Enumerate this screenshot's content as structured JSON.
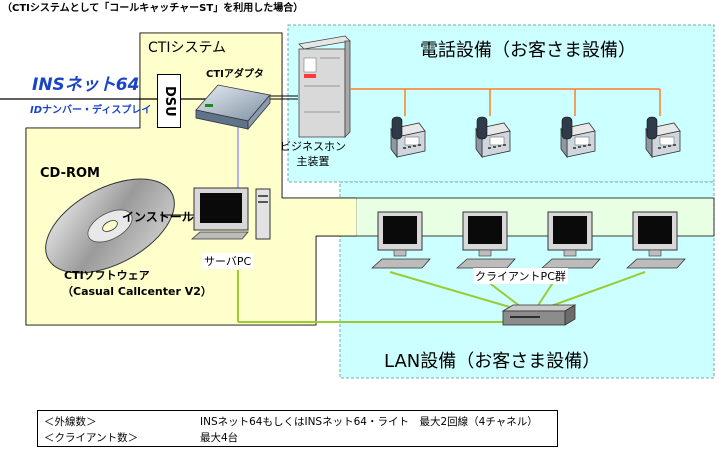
{
  "caption": "（CTIシステムとして「コールキャッチャーST」を利用した場合）",
  "cti_system": {
    "title": "CTIシステム"
  },
  "telephone_area": {
    "title": "電話設備（お客さま設備）"
  },
  "lan_area": {
    "title": "LAN設備（お客さま設備）"
  },
  "isdn": {
    "logo": "INSネット64",
    "number_display": "ナンバー・ディスプレイ"
  },
  "dsu": {
    "label": "DSU"
  },
  "cti_adapter": {
    "label": "CTIアダプタ"
  },
  "pbx": {
    "label_line1": "ビジネスホン",
    "label_line2": "主装置"
  },
  "cdrom": {
    "label": "CD-ROM",
    "install": "インストール"
  },
  "software": {
    "line1": "CTIソフトウェア",
    "line2": "（Casual Callcenter V2）"
  },
  "server": {
    "label": "サーバPC"
  },
  "clients": {
    "label": "クライアントPC群"
  },
  "info": {
    "rows": [
      {
        "label": "＜外線数＞",
        "value": "INSネット64もしくはINSネット64・ライト　最大2回線（4チャネル）"
      },
      {
        "label": "＜クライアント数＞",
        "value": "最大4台"
      }
    ]
  },
  "colors": {
    "area_fill": "#ccffff",
    "cti_fill": "#ffffcc",
    "phone_line": "#ff7f27",
    "lan_line": "#99cc33",
    "server_line": "#9999ff",
    "isdn_blue": "#1a44c8"
  },
  "icons": {
    "pbx": "pbx-cabinet-icon",
    "phone": "desk-phone-icon",
    "monitor": "pc-monitor-icon",
    "hub": "network-hub-icon",
    "disc": "cd-rom-disc-icon"
  }
}
